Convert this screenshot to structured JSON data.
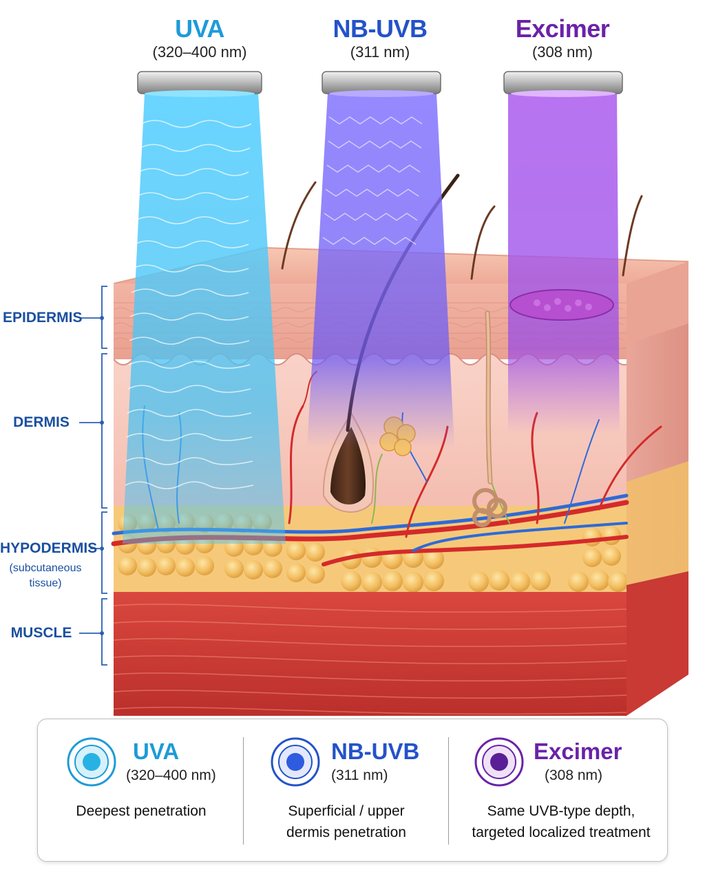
{
  "beams": [
    {
      "name": "UVA",
      "wavelength": "(320–400 nm)",
      "color": "#1e9bd7"
    },
    {
      "name": "NB-UVB",
      "wavelength": "(311 nm)",
      "color": "#2452c9"
    },
    {
      "name": "Excimer",
      "wavelength": "(308 nm)",
      "color": "#6b22a8"
    }
  ],
  "layers": {
    "epidermis": "EPIDERMIS",
    "dermis": "DERMIS",
    "hypodermis": "HYPODERMIS",
    "hypodermis_sub_1": "(subcutaneous",
    "hypodermis_sub_2": "tissue)",
    "muscle": "MUSCLE"
  },
  "legend": [
    {
      "name": "UVA",
      "wavelength": "(320–400 nm)",
      "desc_1": "Deepest penetration",
      "desc_2": "",
      "color": "#1e9bd7"
    },
    {
      "name": "NB-UVB",
      "wavelength": "(311 nm)",
      "desc_1": "Superficial / upper",
      "desc_2": "dermis penetration",
      "color": "#2452c9"
    },
    {
      "name": "Excimer",
      "wavelength": "(308 nm)",
      "desc_1": "Same UVB-type depth,",
      "desc_2": "targeted localized treatment",
      "color": "#6b22a8"
    }
  ]
}
